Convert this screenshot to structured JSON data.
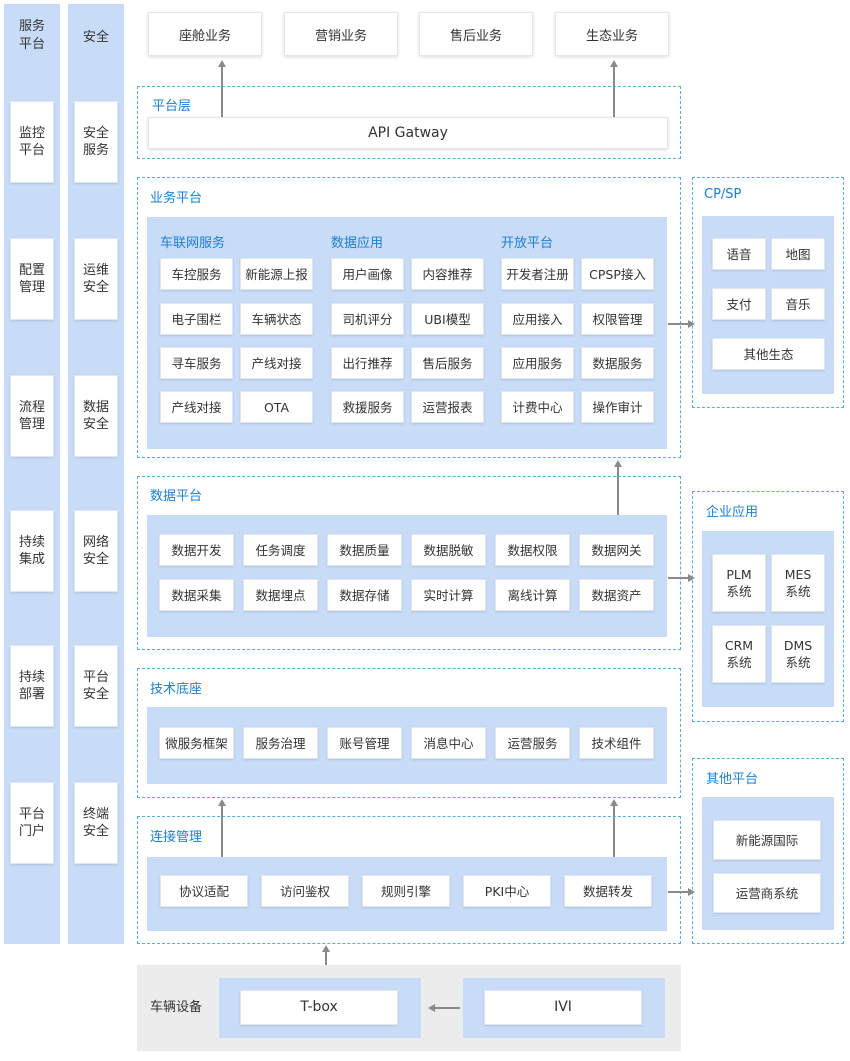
{
  "left_columns": [
    {
      "header": "服务\n平台",
      "items": [
        "监控\n平台",
        "配置\n管理",
        "流程\n管理",
        "持续\n集成",
        "持续\n部署",
        "平台\n门户"
      ]
    },
    {
      "header": "安全",
      "items": [
        "安全\n服务",
        "运维\n安全",
        "数据\n安全",
        "网络\n安全",
        "平台\n安全",
        "终端\n安全"
      ]
    }
  ],
  "top_business": [
    "座舱业务",
    "营销业务",
    "售后业务",
    "生态业务"
  ],
  "platform_layer": {
    "title": "平台层",
    "gateway": "API Gatway"
  },
  "business_platform": {
    "title": "业务平台",
    "groups": [
      {
        "title": "车联网服务",
        "items": [
          "车控服务",
          "新能源上报",
          "电子围栏",
          "车辆状态",
          "寻车服务",
          "产线对接",
          "产线对接",
          "OTA"
        ]
      },
      {
        "title": "数据应用",
        "items": [
          "用户画像",
          "内容推荐",
          "司机评分",
          "UBI模型",
          "出行推荐",
          "售后服务",
          "救援服务",
          "运营报表"
        ]
      },
      {
        "title": "开放平台",
        "items": [
          "开发者注册",
          "CPSP接入",
          "应用接入",
          "权限管理",
          "应用服务",
          "数据服务",
          "计费中心",
          "操作审计"
        ]
      }
    ]
  },
  "data_platform": {
    "title": "数据平台",
    "items": [
      "数据开发",
      "任务调度",
      "数据质量",
      "数据脱敏",
      "数据权限",
      "数据网关",
      "数据采集",
      "数据埋点",
      "数据存储",
      "实时计算",
      "离线计算",
      "数据资产"
    ]
  },
  "tech_base": {
    "title": "技术底座",
    "items": [
      "微服务框架",
      "服务治理",
      "账号管理",
      "消息中心",
      "运营服务",
      "技术组件"
    ]
  },
  "connection": {
    "title": "连接管理",
    "items": [
      "协议适配",
      "访问鉴权",
      "规则引擎",
      "PKI中心",
      "数据转发"
    ]
  },
  "vehicle": {
    "title": "车辆设备",
    "tbox": "T-box",
    "ivi": "IVI"
  },
  "cpsp": {
    "title": "CP/SP",
    "items": [
      "语音",
      "地图",
      "支付",
      "音乐"
    ],
    "wide": "其他生态"
  },
  "enterprise": {
    "title": "企业应用",
    "items": [
      "PLM\n系统",
      "MES\n系统",
      "CRM\n系统",
      "DMS\n系统"
    ]
  },
  "other": {
    "title": "其他平台",
    "items": [
      "新能源国际",
      "运营商系统"
    ]
  },
  "colors": {
    "accent": "#1a7fd8",
    "dash": "#4fb0e0",
    "panel": "#c9dcf7",
    "gray": "#ececec"
  }
}
